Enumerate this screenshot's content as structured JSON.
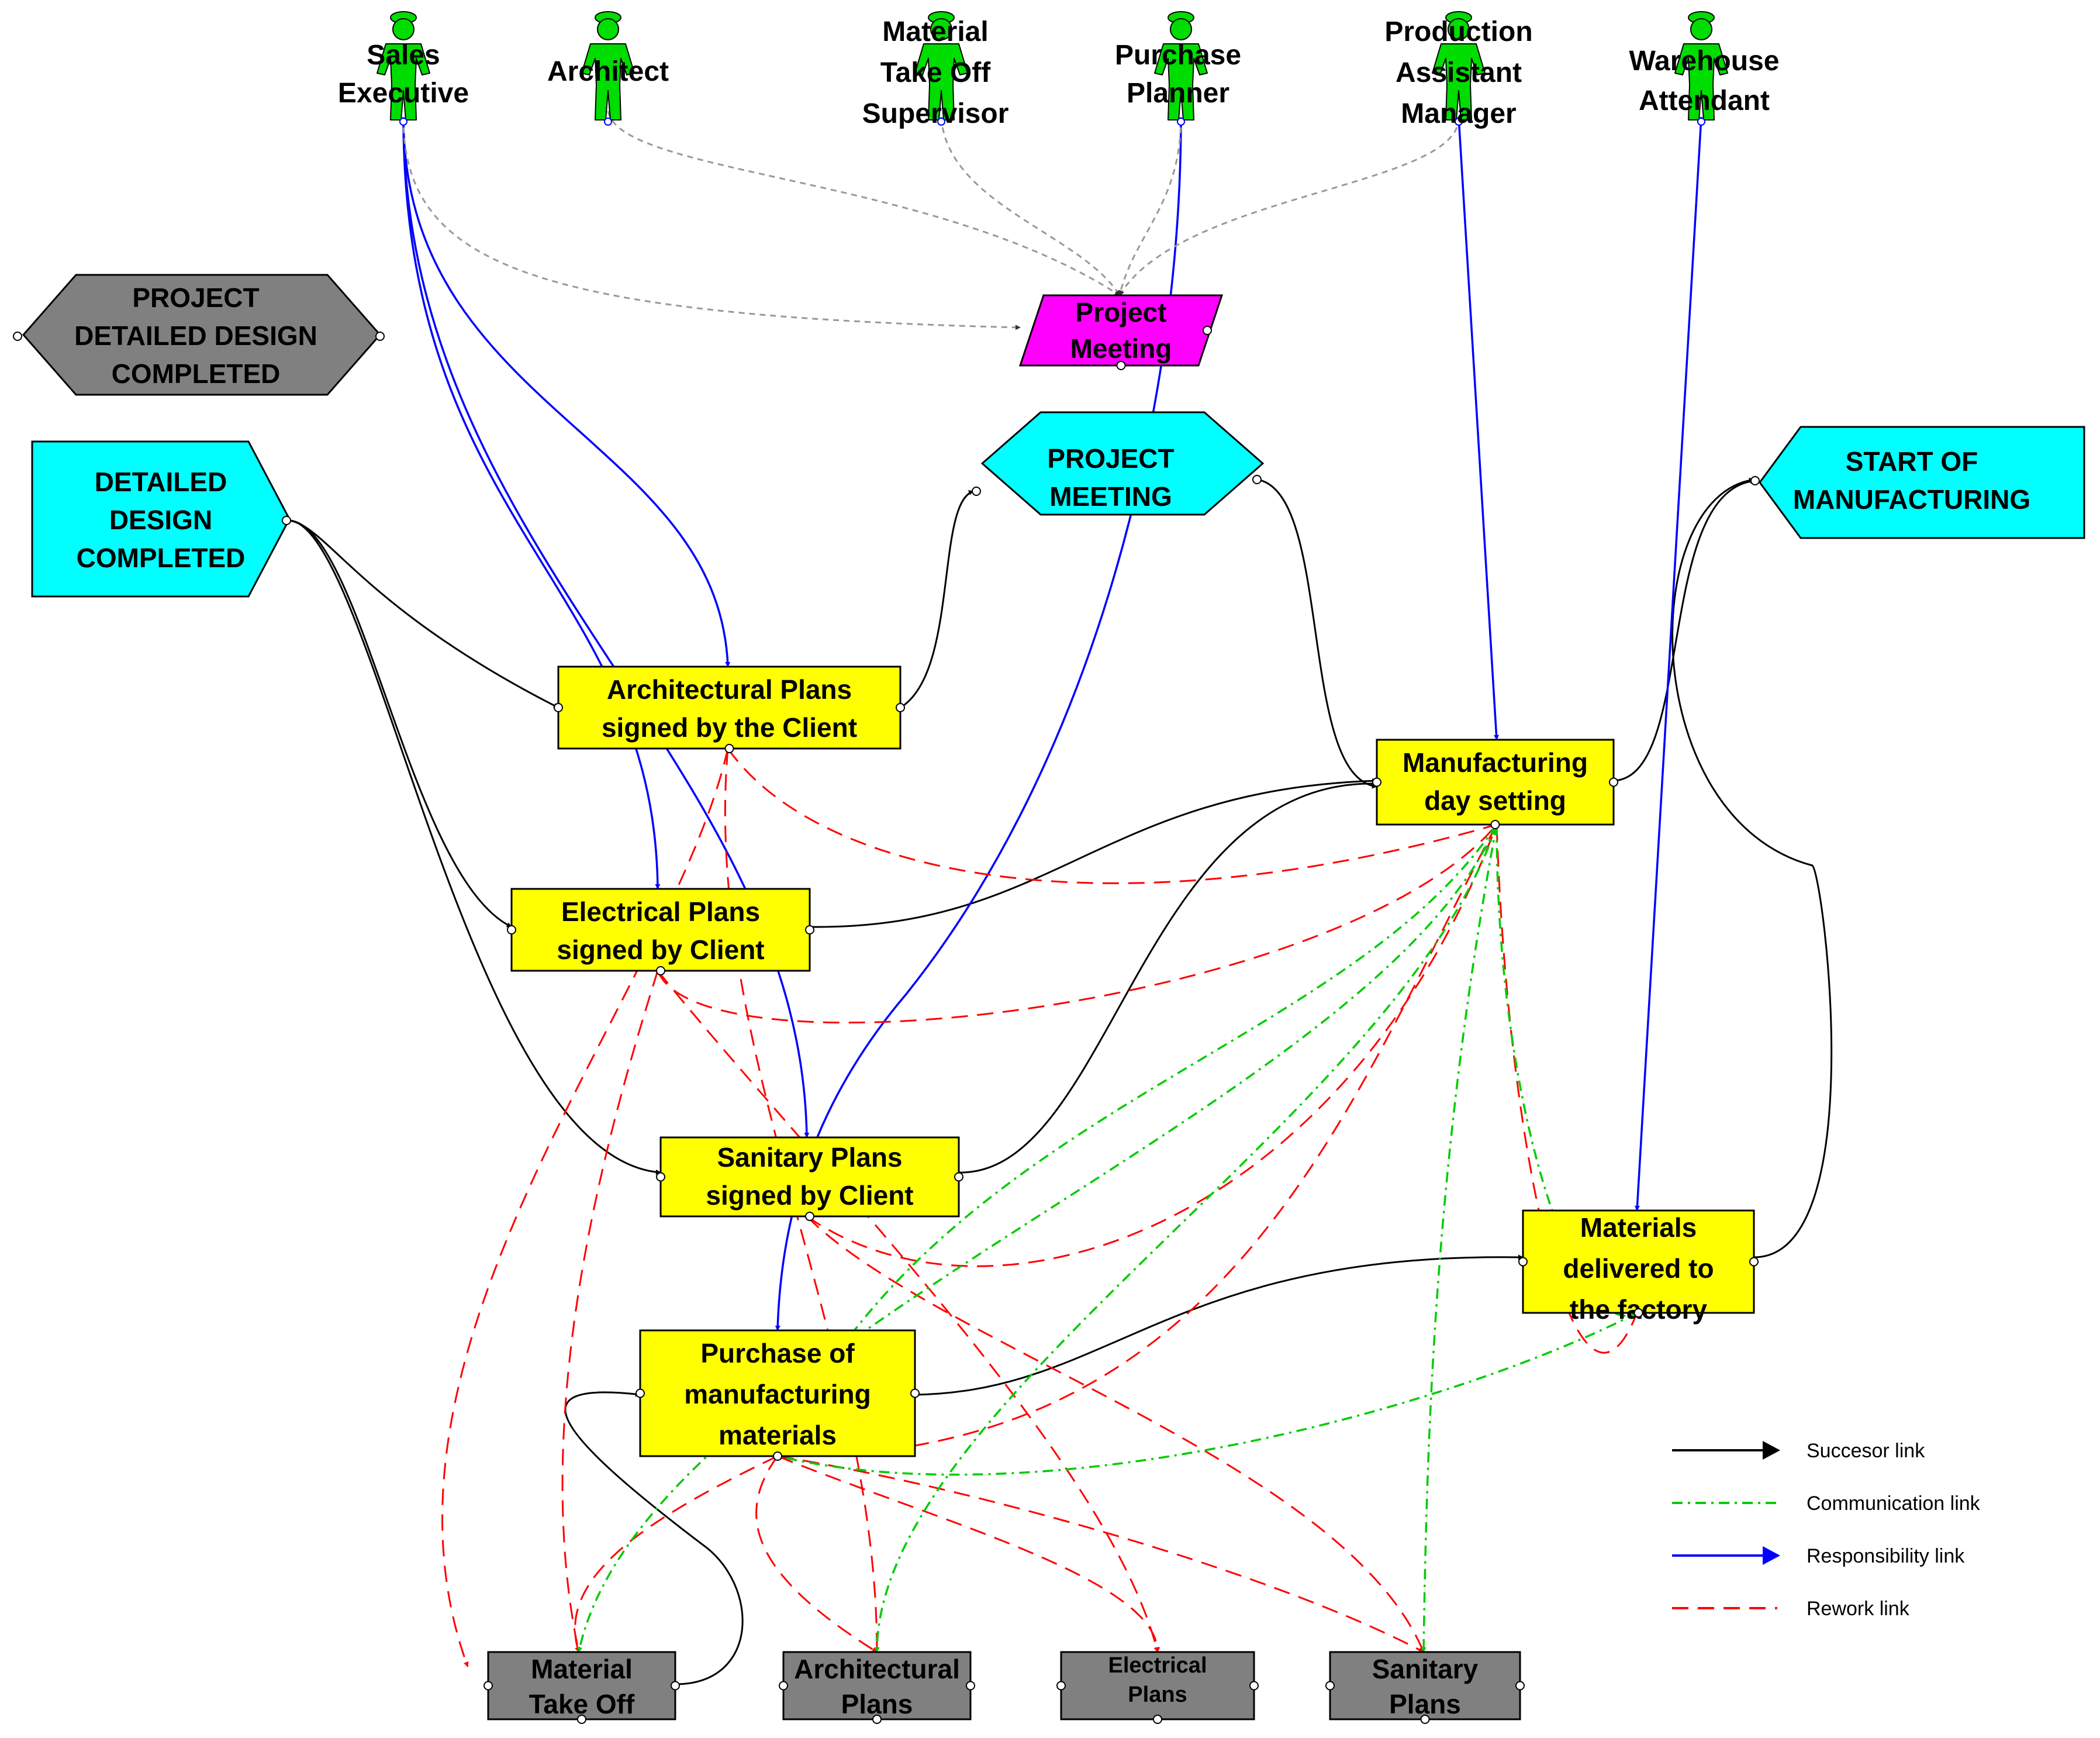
{
  "roles": [
    {
      "id": "sales",
      "label_lines": [
        "Sales",
        "Executive"
      ]
    },
    {
      "id": "architect",
      "label_lines": [
        "Architect"
      ]
    },
    {
      "id": "mto",
      "label_lines": [
        "Material",
        "Take Off",
        "Supervisor"
      ]
    },
    {
      "id": "purchase",
      "label_lines": [
        "Purchase",
        "Planner"
      ]
    },
    {
      "id": "prod",
      "label_lines": [
        "Production",
        "Assistant",
        "Manager"
      ]
    },
    {
      "id": "warehouse",
      "label_lines": [
        "Warehouse",
        "Attendant"
      ]
    }
  ],
  "milestones": [
    {
      "id": "pdd",
      "label_lines": [
        "PROJECT",
        "DETAILED DESIGN",
        "COMPLETED"
      ],
      "color": "#808080"
    },
    {
      "id": "ddc",
      "label_lines": [
        "DETAILED",
        "DESIGN",
        "COMPLETED"
      ],
      "color": "#00FFFF"
    },
    {
      "id": "pm",
      "label_lines": [
        "PROJECT",
        "MEETING"
      ],
      "color": "#00FFFF"
    },
    {
      "id": "som",
      "label_lines": [
        "START OF",
        "MANUFACTURING"
      ],
      "color": "#00FFFF"
    }
  ],
  "meeting": {
    "id": "meet",
    "label_lines": [
      "Project",
      "Meeting"
    ],
    "color": "#FF00FF"
  },
  "activities": [
    {
      "id": "arch",
      "label_lines": [
        "Architectural Plans",
        "signed by the Client"
      ],
      "color": "#FFFF00"
    },
    {
      "id": "elec",
      "label_lines": [
        "Electrical Plans",
        "signed by Client"
      ],
      "color": "#FFFF00"
    },
    {
      "id": "san",
      "label_lines": [
        "Sanitary Plans",
        "signed by Client"
      ],
      "color": "#FFFF00"
    },
    {
      "id": "purch",
      "label_lines": [
        "Purchase of",
        "manufacturing",
        "materials"
      ],
      "color": "#FFFF00"
    },
    {
      "id": "mfg",
      "label_lines": [
        "Manufacturing",
        "day setting"
      ],
      "color": "#FFFF00"
    },
    {
      "id": "mat",
      "label_lines": [
        "Materials",
        "delivered to",
        "the factory"
      ],
      "color": "#FFFF00"
    }
  ],
  "documents": [
    {
      "id": "d_mto",
      "label_lines": [
        "Material",
        "Take Off"
      ],
      "color": "#808080"
    },
    {
      "id": "d_arch",
      "label_lines": [
        "Architectural",
        "Plans"
      ],
      "color": "#808080"
    },
    {
      "id": "d_elec",
      "label_lines": [
        "Electrical",
        "Plans"
      ],
      "color": "#808080"
    },
    {
      "id": "d_san",
      "label_lines": [
        "Sanitary",
        "Plans"
      ],
      "color": "#808080"
    }
  ],
  "legend": [
    {
      "type": "successor",
      "label": "Succesor link",
      "color": "#000000"
    },
    {
      "type": "communication",
      "label": "Communication link",
      "color": "#00CC00"
    },
    {
      "type": "responsibility",
      "label": "Responsibility link",
      "color": "#0000FF"
    },
    {
      "type": "rework",
      "label": "Rework link",
      "color": "#FF0000"
    }
  ],
  "colors": {
    "person": "#00DD00",
    "successor": "#000000",
    "communication": "#00CC00",
    "responsibility": "#0000FF",
    "rework": "#FF0000",
    "meeting_link": "#999999"
  }
}
